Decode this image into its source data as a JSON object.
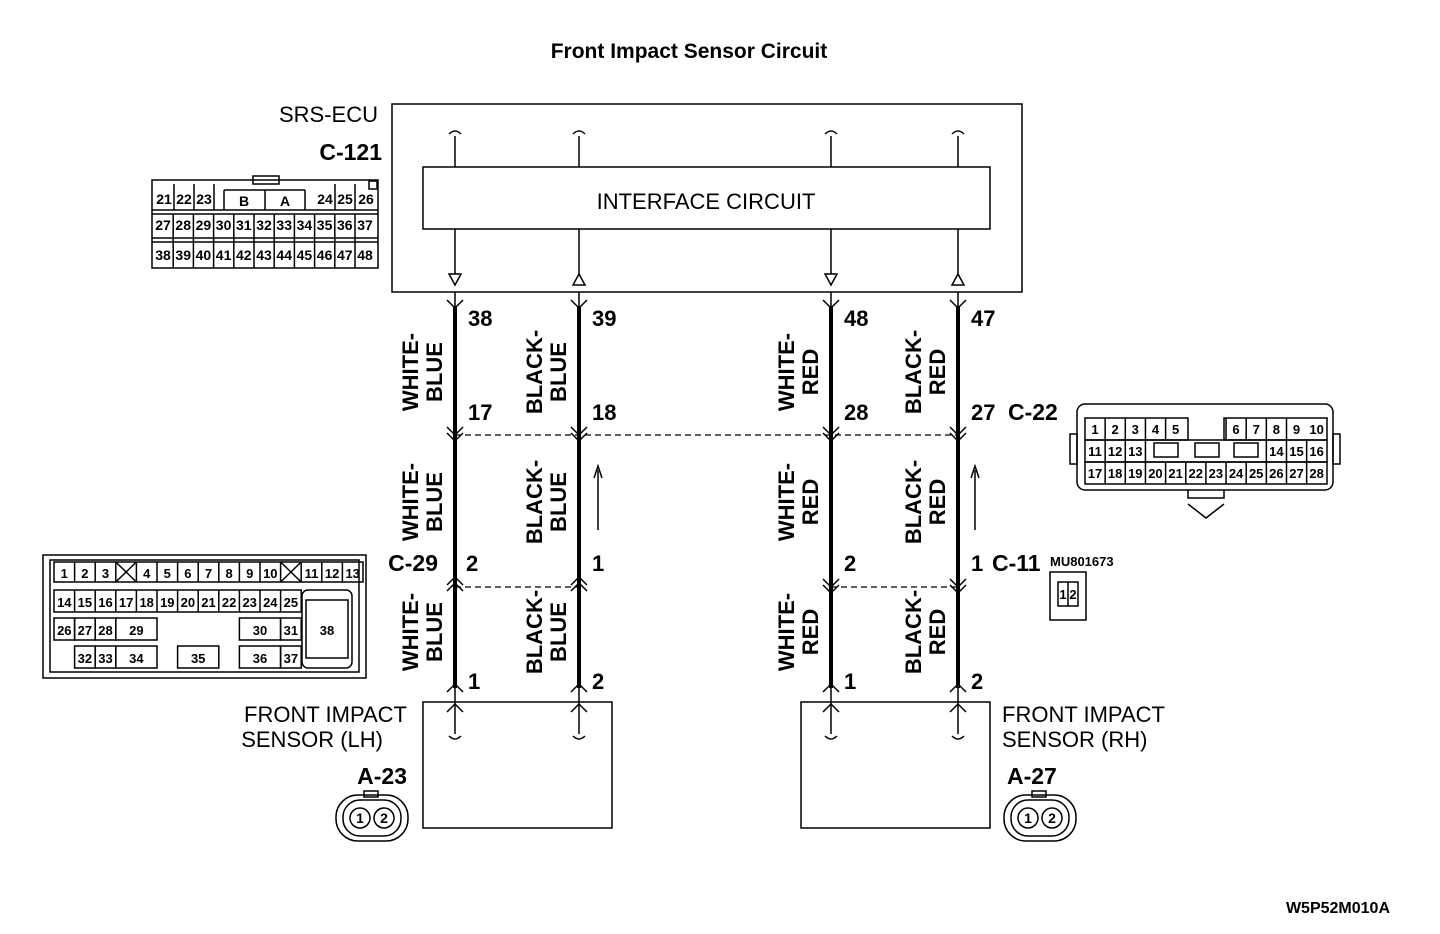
{
  "title": "Front Impact Sensor Circuit",
  "ecu": {
    "name": "SRS-ECU",
    "connector": "C-121",
    "interface": "INTERFACE CIRCUIT",
    "grid": {
      "row1": [
        "21",
        "22",
        "23",
        "B",
        "A",
        "24",
        "25",
        "26"
      ],
      "row2": [
        "27",
        "28",
        "29",
        "30",
        "31",
        "32",
        "33",
        "34",
        "35",
        "36",
        "37"
      ],
      "row3": [
        "38",
        "39",
        "40",
        "41",
        "42",
        "43",
        "44",
        "45",
        "46",
        "47",
        "48"
      ]
    }
  },
  "pins": {
    "ecu": [
      "38",
      "39",
      "48",
      "47"
    ],
    "c22": [
      "17",
      "18",
      "28",
      "27"
    ],
    "c29": [
      "2",
      "1"
    ],
    "c11": [
      "2",
      "1"
    ],
    "sensor_lh": [
      "1",
      "2"
    ],
    "sensor_rh": [
      "1",
      "2"
    ]
  },
  "wires": {
    "w1": [
      "WHITE-",
      "BLUE"
    ],
    "w2": [
      "BLACK-",
      "BLUE"
    ],
    "w3": [
      "WHITE-",
      "RED"
    ],
    "w4": [
      "BLACK-",
      "RED"
    ]
  },
  "connectors": {
    "c22": "C-22",
    "c29": "C-29",
    "c11": "C-11",
    "c11_part": "MU801673",
    "c22_grid": {
      "row1": [
        "1",
        "2",
        "3",
        "4",
        "5",
        "6",
        "7",
        "8",
        "9",
        "10"
      ],
      "row2": [
        "11",
        "12",
        "13",
        "14",
        "15",
        "16"
      ],
      "row3": [
        "17",
        "18",
        "19",
        "20",
        "21",
        "22",
        "23",
        "24",
        "25",
        "26",
        "27",
        "28"
      ]
    },
    "c29_grid": {
      "row1": [
        "1",
        "2",
        "3",
        "4",
        "5",
        "6",
        "7",
        "8",
        "9",
        "10",
        "11",
        "12",
        "13"
      ],
      "row2": [
        "14",
        "15",
        "16",
        "17",
        "18",
        "19",
        "20",
        "21",
        "22",
        "23",
        "24",
        "25"
      ],
      "row3": [
        "26",
        "27",
        "28",
        "29",
        "30",
        "31",
        "38"
      ],
      "row4": [
        "32",
        "33",
        "34",
        "35",
        "36",
        "37"
      ]
    },
    "c11_pins": [
      "1",
      "2"
    ]
  },
  "sensors": {
    "lh": {
      "line1": "FRONT IMPACT",
      "line2": "SENSOR (LH)",
      "connector": "A-23",
      "pins": [
        "1",
        "2"
      ]
    },
    "rh": {
      "line1": "FRONT IMPACT",
      "line2": "SENSOR (RH)",
      "connector": "A-27",
      "pins": [
        "1",
        "2"
      ]
    }
  },
  "figure_code": "W5P52M010A"
}
